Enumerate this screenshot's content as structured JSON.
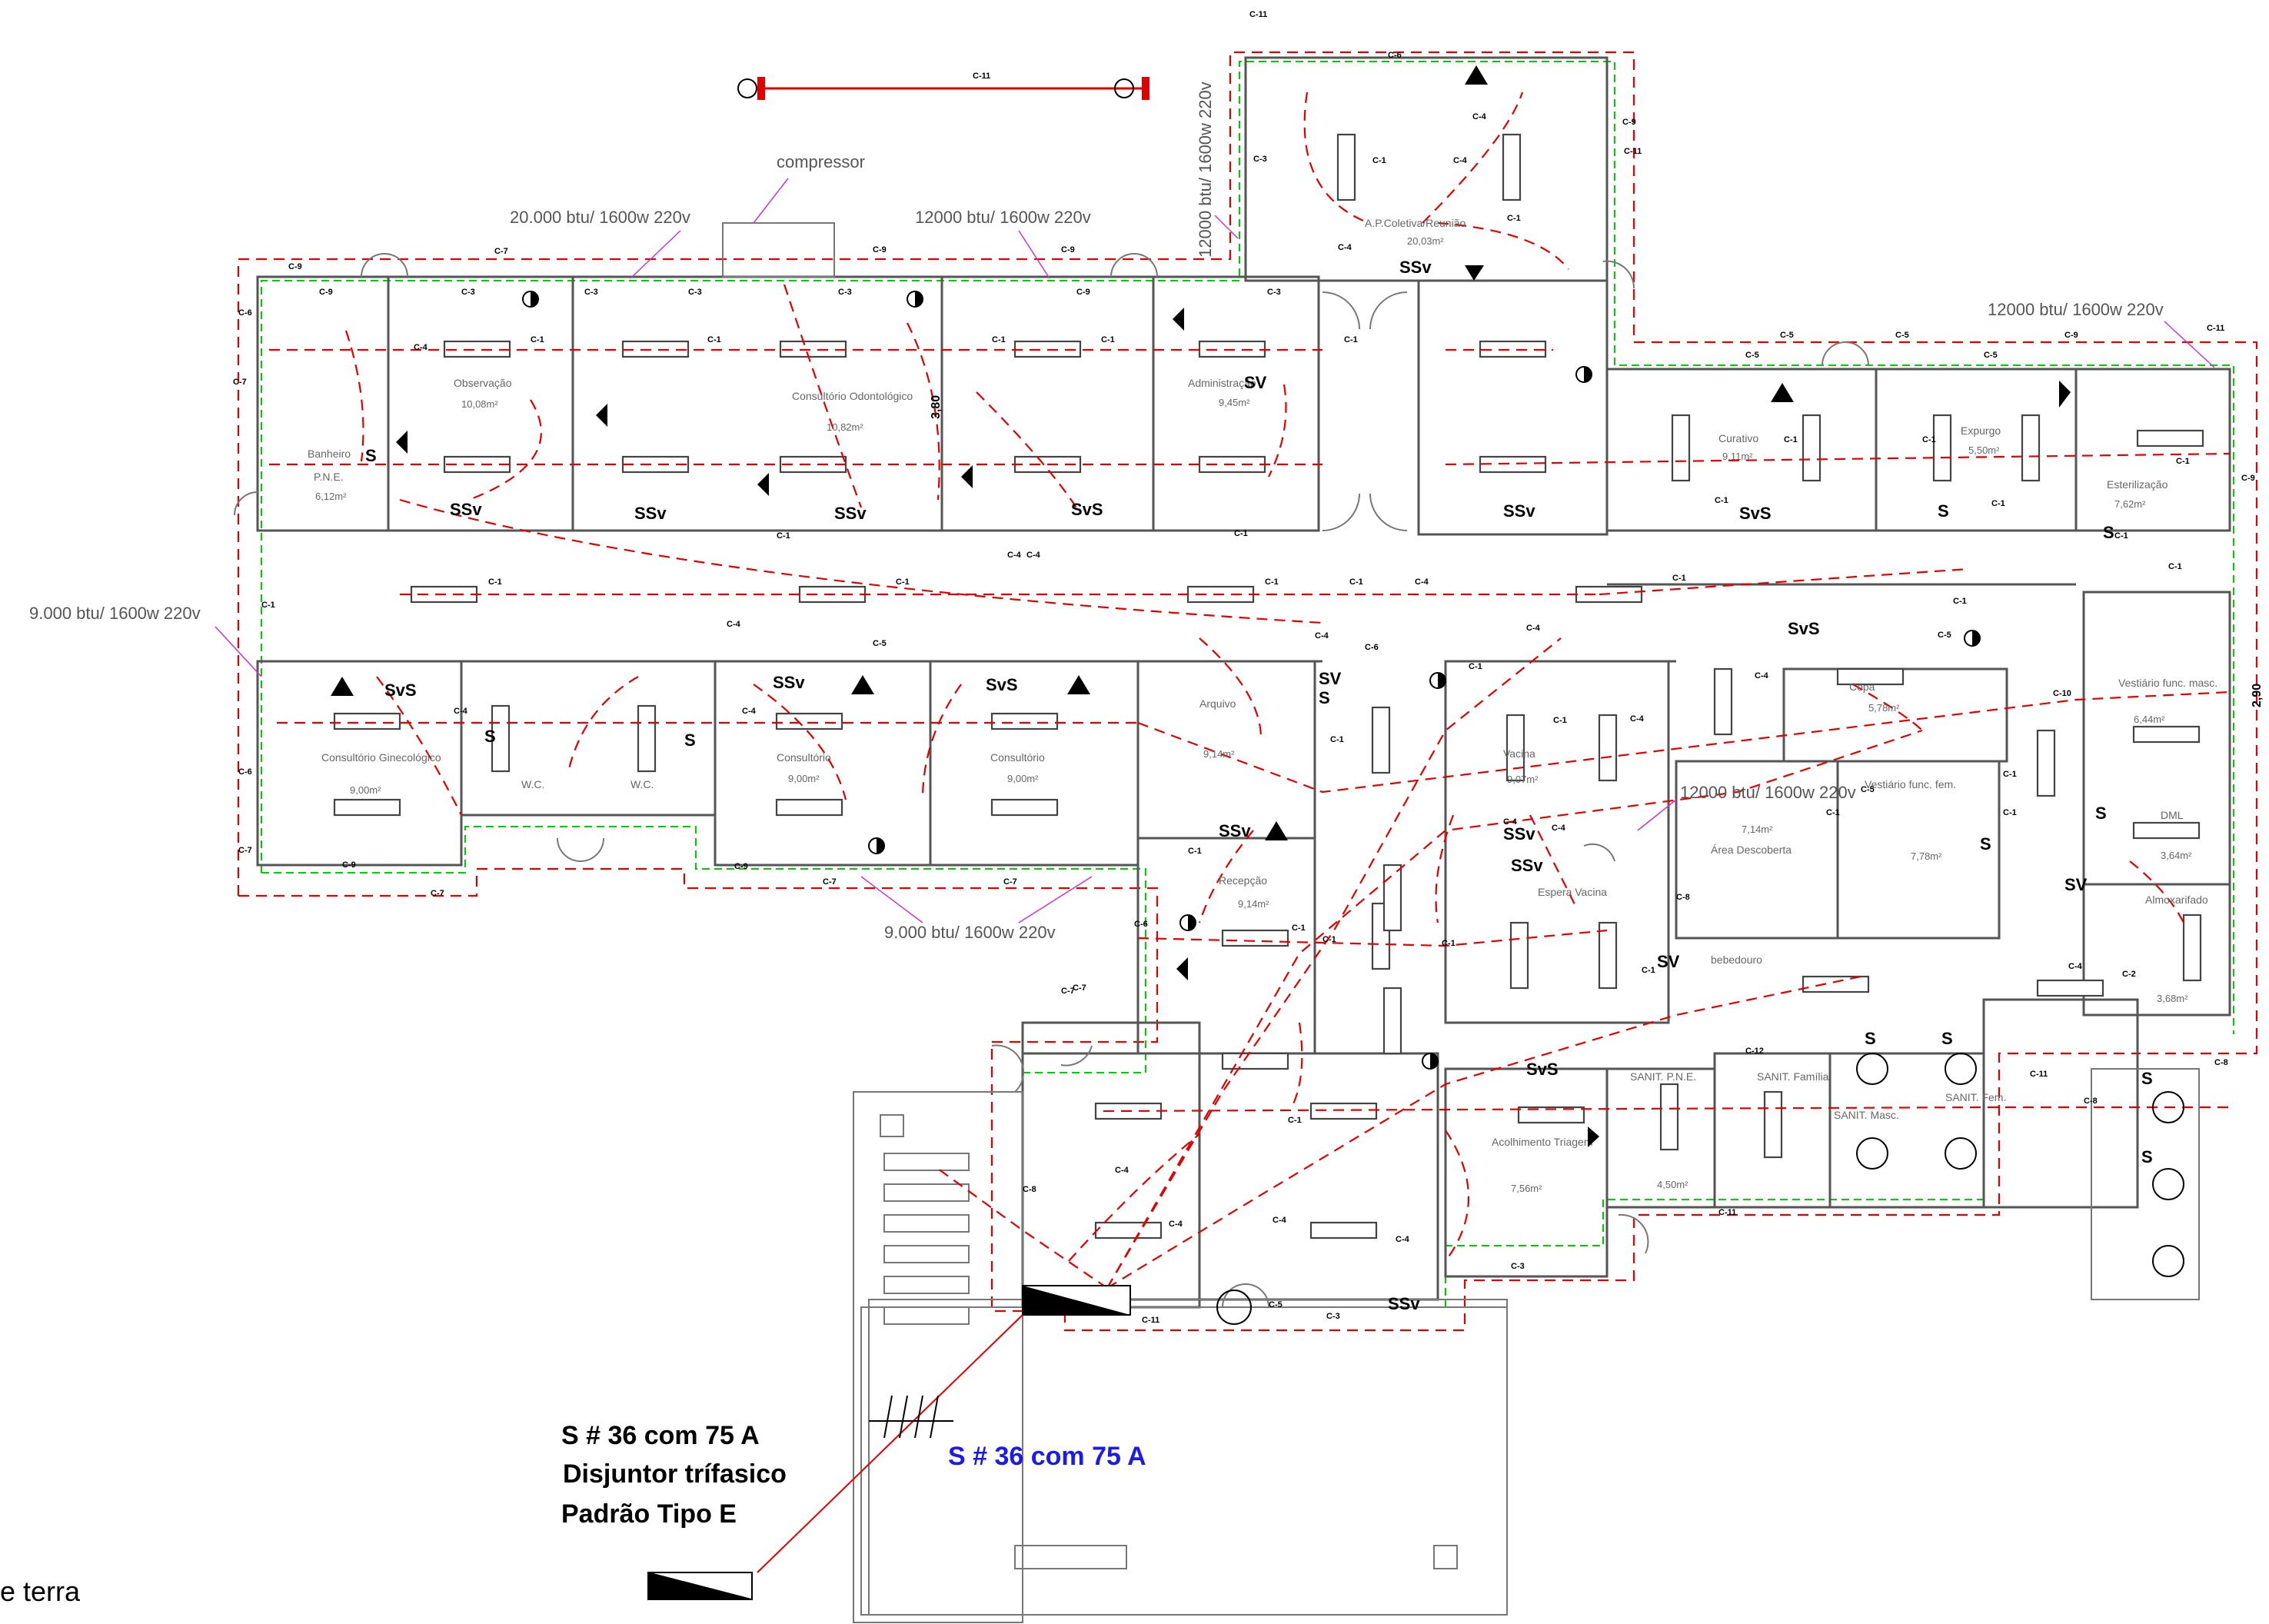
{
  "drawing": {
    "annotations": {
      "compressor": "compressor",
      "ac_20000": "20.000 btu/ 1600w 220v",
      "ac_12000_top": "12000 btu/ 1600w 220v",
      "ac_12000_vertical": "12000 btu/ 1600w 220v",
      "ac_12000_right": "12000 btu/ 1600w 220v",
      "ac_9000_left": "9.000 btu/ 1600w 220v",
      "ac_9000_bottom": "9.000 btu/ 1600w 220v",
      "ac_12000_mid": "12000 btu/ 1600w 220v",
      "dim_380": "3,80",
      "dim_290": "2,90"
    },
    "rooms": [
      {
        "name": "Banheiro",
        "sub": "P.N.E.",
        "area": "6,12m²"
      },
      {
        "name": "Observação",
        "area": "10,08m²"
      },
      {
        "name": "Consultório Odontológico",
        "area": "10,82m²"
      },
      {
        "name": "Administração",
        "area": "9,45m²"
      },
      {
        "name": "A.P.Coletiva/Reunião",
        "area": "20,03m²"
      },
      {
        "name": "Curativo",
        "area": "9,11m²"
      },
      {
        "name": "Expurgo",
        "area": "5,50m²"
      },
      {
        "name": "Esterilização",
        "area": "7,62m²"
      },
      {
        "name": "Consultório Ginecológico",
        "area": "9,00m²"
      },
      {
        "name": "W.C."
      },
      {
        "name": "W.C."
      },
      {
        "name": "Consultório",
        "area": "9,00m²"
      },
      {
        "name": "Consultório",
        "area": "9,00m²"
      },
      {
        "name": "Arquivo",
        "area": "9,14m²"
      },
      {
        "name": "Vacina",
        "area": "9,07m²"
      },
      {
        "name": "Copa",
        "area": "5,78m²"
      },
      {
        "name": "Vestiário func. masc.",
        "area": "6,44m²"
      },
      {
        "name": "Área Descoberta",
        "area": "7,14m²"
      },
      {
        "name": "Vestiário func. fem.",
        "area": "7,78m²"
      },
      {
        "name": "DML",
        "area": "3,64m²"
      },
      {
        "name": "Almoxarifado",
        "area": "3,68m²"
      },
      {
        "name": "Recepção",
        "area": "9,14m²"
      },
      {
        "name": "Espera Vacina"
      },
      {
        "name": "bebedouro"
      },
      {
        "name": "Acolhimento Triagem",
        "area": "7,56m²"
      },
      {
        "name": "SANIT. P.N.E.",
        "area": "4,50m²"
      },
      {
        "name": "SANIT. Família"
      },
      {
        "name": "SANIT. Masc."
      },
      {
        "name": "SANIT. Fem."
      }
    ],
    "circuits": [
      "C-1",
      "C-2",
      "C-3",
      "C-4",
      "C-5",
      "C-6",
      "C-7",
      "C-8",
      "C-9",
      "C-10",
      "C-11",
      "C-12"
    ],
    "switches": [
      "S",
      "SV",
      "SSv",
      "SvS",
      "SvS"
    ],
    "service": {
      "cable": "S # 36 com 75 A",
      "cable_blue": "S # 36 com 75 A",
      "breaker": "Disjuntor trífasico",
      "standard": "Padrão Tipo E",
      "legend_partial": "e terra"
    }
  }
}
